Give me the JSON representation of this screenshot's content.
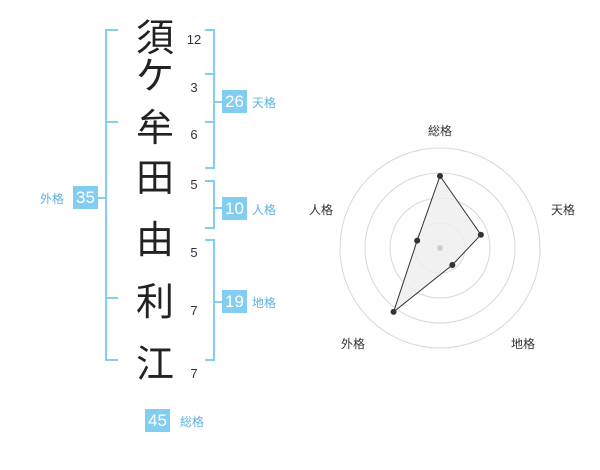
{
  "name": {
    "characters": [
      "須",
      "ケ",
      "牟",
      "田",
      "由",
      "利",
      "江"
    ],
    "strokes": [
      "12",
      "3",
      "6",
      "5",
      "5",
      "7",
      "7"
    ]
  },
  "scores": {
    "tenkaku": {
      "value": "26",
      "label": "天格"
    },
    "jinkaku": {
      "value": "10",
      "label": "人格"
    },
    "chikaku": {
      "value": "19",
      "label": "地格"
    },
    "gaikaku": {
      "value": "35",
      "label": "外格"
    },
    "soukaku": {
      "value": "45",
      "label": "総格"
    }
  },
  "radar": {
    "labels": [
      "総格",
      "天格",
      "地格",
      "外格",
      "人格"
    ],
    "values": [
      0.72,
      0.43,
      0.21,
      0.79,
      0.24
    ],
    "colors": {
      "ring": "#d8d8d8",
      "fill": "#eeeeee",
      "line": "#333333",
      "point": "#333333",
      "center": "#cccccc"
    }
  },
  "colors": {
    "accent": "#82cdf0",
    "bracket": "#82cdf0"
  }
}
